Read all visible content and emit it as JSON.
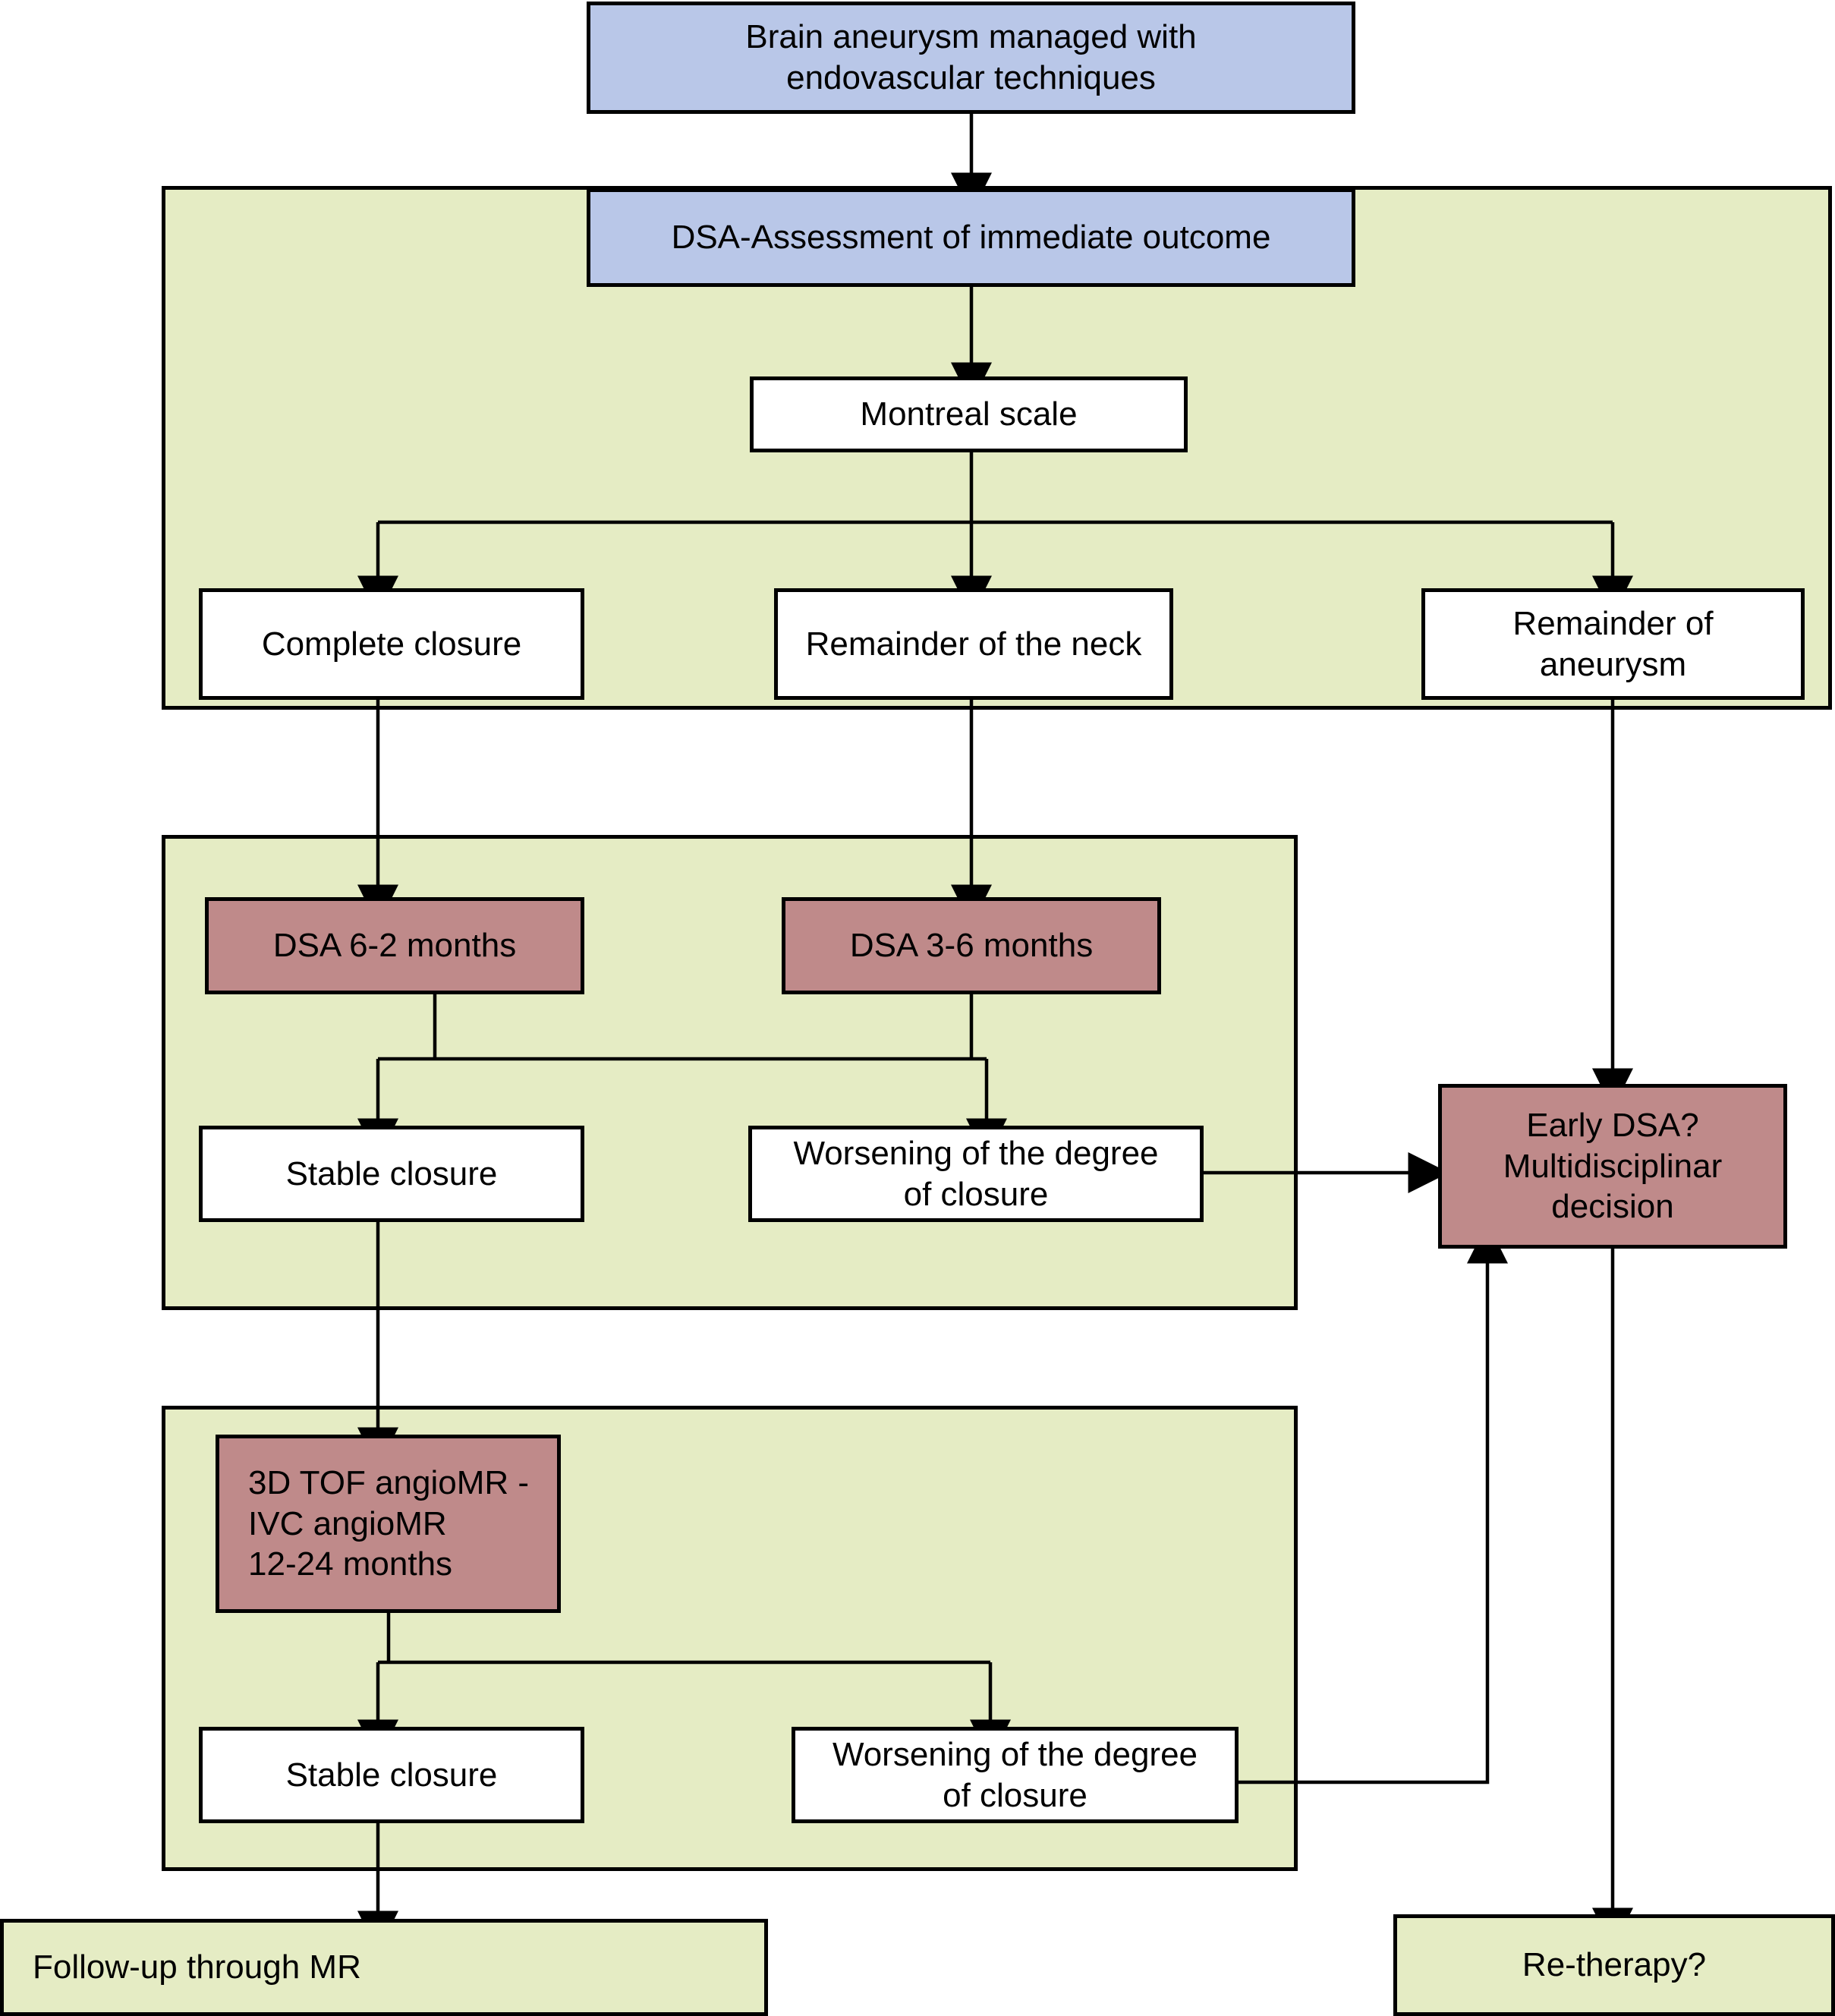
{
  "title": "Brain aneurysm endovascular follow-up algorithm",
  "colors": {
    "blue_fill": "#b9c7e8",
    "green_fill": "#e5ecc4",
    "rose_fill": "#bf8a8a",
    "white_fill": "#ffffff",
    "stroke": "#000000"
  },
  "nodes": {
    "start": {
      "label": "Brain aneurysm managed with endovascular techniques",
      "fill": "blue"
    },
    "dsa_assessment": {
      "label": "DSA-Assessment of immediate outcome",
      "fill": "blue"
    },
    "montreal_scale": {
      "label": "Montreal scale",
      "fill": "white"
    },
    "complete_closure": {
      "label": "Complete closure",
      "fill": "white"
    },
    "remainder_neck": {
      "label": "Remainder of the neck",
      "fill": "white"
    },
    "remainder_aneurysm": {
      "label": "Remainder of aneurysm",
      "fill": "white"
    },
    "dsa_6_2": {
      "label": "DSA 6-2 months",
      "fill": "rose"
    },
    "dsa_3_6": {
      "label": "DSA 3-6 months",
      "fill": "rose"
    },
    "stable_closure_1": {
      "label": "Stable closure",
      "fill": "white"
    },
    "worsening_1": {
      "label": "Worsening of the degree of closure",
      "fill": "white"
    },
    "early_dsa": {
      "label": "Early DSA? Multidisciplinar decision",
      "fill": "rose"
    },
    "angiomr": {
      "label": "3D TOF angioMR - IVC angioMR 12-24 months",
      "fill": "rose"
    },
    "stable_closure_2": {
      "label": "Stable closure",
      "fill": "white"
    },
    "worsening_2": {
      "label": "Worsening of the  degree of closure",
      "fill": "white"
    },
    "followup_mr": {
      "label": "Follow-up through MR",
      "fill": "green"
    },
    "retherapy": {
      "label": "Re-therapy?",
      "fill": "green"
    }
  },
  "node_lines": {
    "start": [
      "Brain aneurysm managed with",
      "endovascular techniques"
    ],
    "dsa_assessment": [
      "DSA-Assessment of immediate outcome"
    ],
    "montreal_scale": [
      "Montreal scale"
    ],
    "complete_closure": [
      "Complete closure"
    ],
    "remainder_neck": [
      "Remainder of the neck"
    ],
    "remainder_aneurysm": [
      "Remainder of",
      "aneurysm"
    ],
    "dsa_6_2": [
      "DSA 6-2 months"
    ],
    "dsa_3_6": [
      "DSA 3-6 months"
    ],
    "stable_closure_1": [
      "Stable closure"
    ],
    "worsening_1": [
      "Worsening of the degree",
      "of closure"
    ],
    "early_dsa": [
      "Early DSA?",
      "Multidisciplinar",
      "decision"
    ],
    "angiomr": [
      "3D TOF angioMR -",
      "IVC angioMR",
      "12-24 months"
    ],
    "stable_closure_2": [
      "Stable closure"
    ],
    "worsening_2": [
      "Worsening of the  degree",
      "of closure"
    ],
    "followup_mr": [
      "Follow-up through MR"
    ],
    "retherapy": [
      "Re-therapy?"
    ]
  },
  "groups": {
    "phase_immediate": {
      "name": "immediate-outcome-group"
    },
    "phase_dsa_followup": {
      "name": "dsa-followup-group"
    },
    "phase_mr_followup": {
      "name": "mr-followup-group"
    }
  },
  "edges": [
    {
      "from": "start",
      "to": "dsa_assessment"
    },
    {
      "from": "dsa_assessment",
      "to": "montreal_scale"
    },
    {
      "from": "montreal_scale",
      "to": "complete_closure"
    },
    {
      "from": "montreal_scale",
      "to": "remainder_neck"
    },
    {
      "from": "montreal_scale",
      "to": "remainder_aneurysm"
    },
    {
      "from": "complete_closure",
      "to": "dsa_6_2"
    },
    {
      "from": "remainder_neck",
      "to": "dsa_3_6"
    },
    {
      "from": "remainder_aneurysm",
      "to": "early_dsa"
    },
    {
      "from": "dsa_6_2",
      "to": "stable_closure_1"
    },
    {
      "from": "dsa_6_2",
      "to": "worsening_1"
    },
    {
      "from": "dsa_3_6",
      "to": "stable_closure_1"
    },
    {
      "from": "dsa_3_6",
      "to": "worsening_1"
    },
    {
      "from": "worsening_1",
      "to": "early_dsa"
    },
    {
      "from": "stable_closure_1",
      "to": "angiomr"
    },
    {
      "from": "angiomr",
      "to": "stable_closure_2"
    },
    {
      "from": "angiomr",
      "to": "worsening_2"
    },
    {
      "from": "worsening_2",
      "to": "early_dsa"
    },
    {
      "from": "stable_closure_2",
      "to": "followup_mr"
    },
    {
      "from": "early_dsa",
      "to": "retherapy"
    }
  ]
}
